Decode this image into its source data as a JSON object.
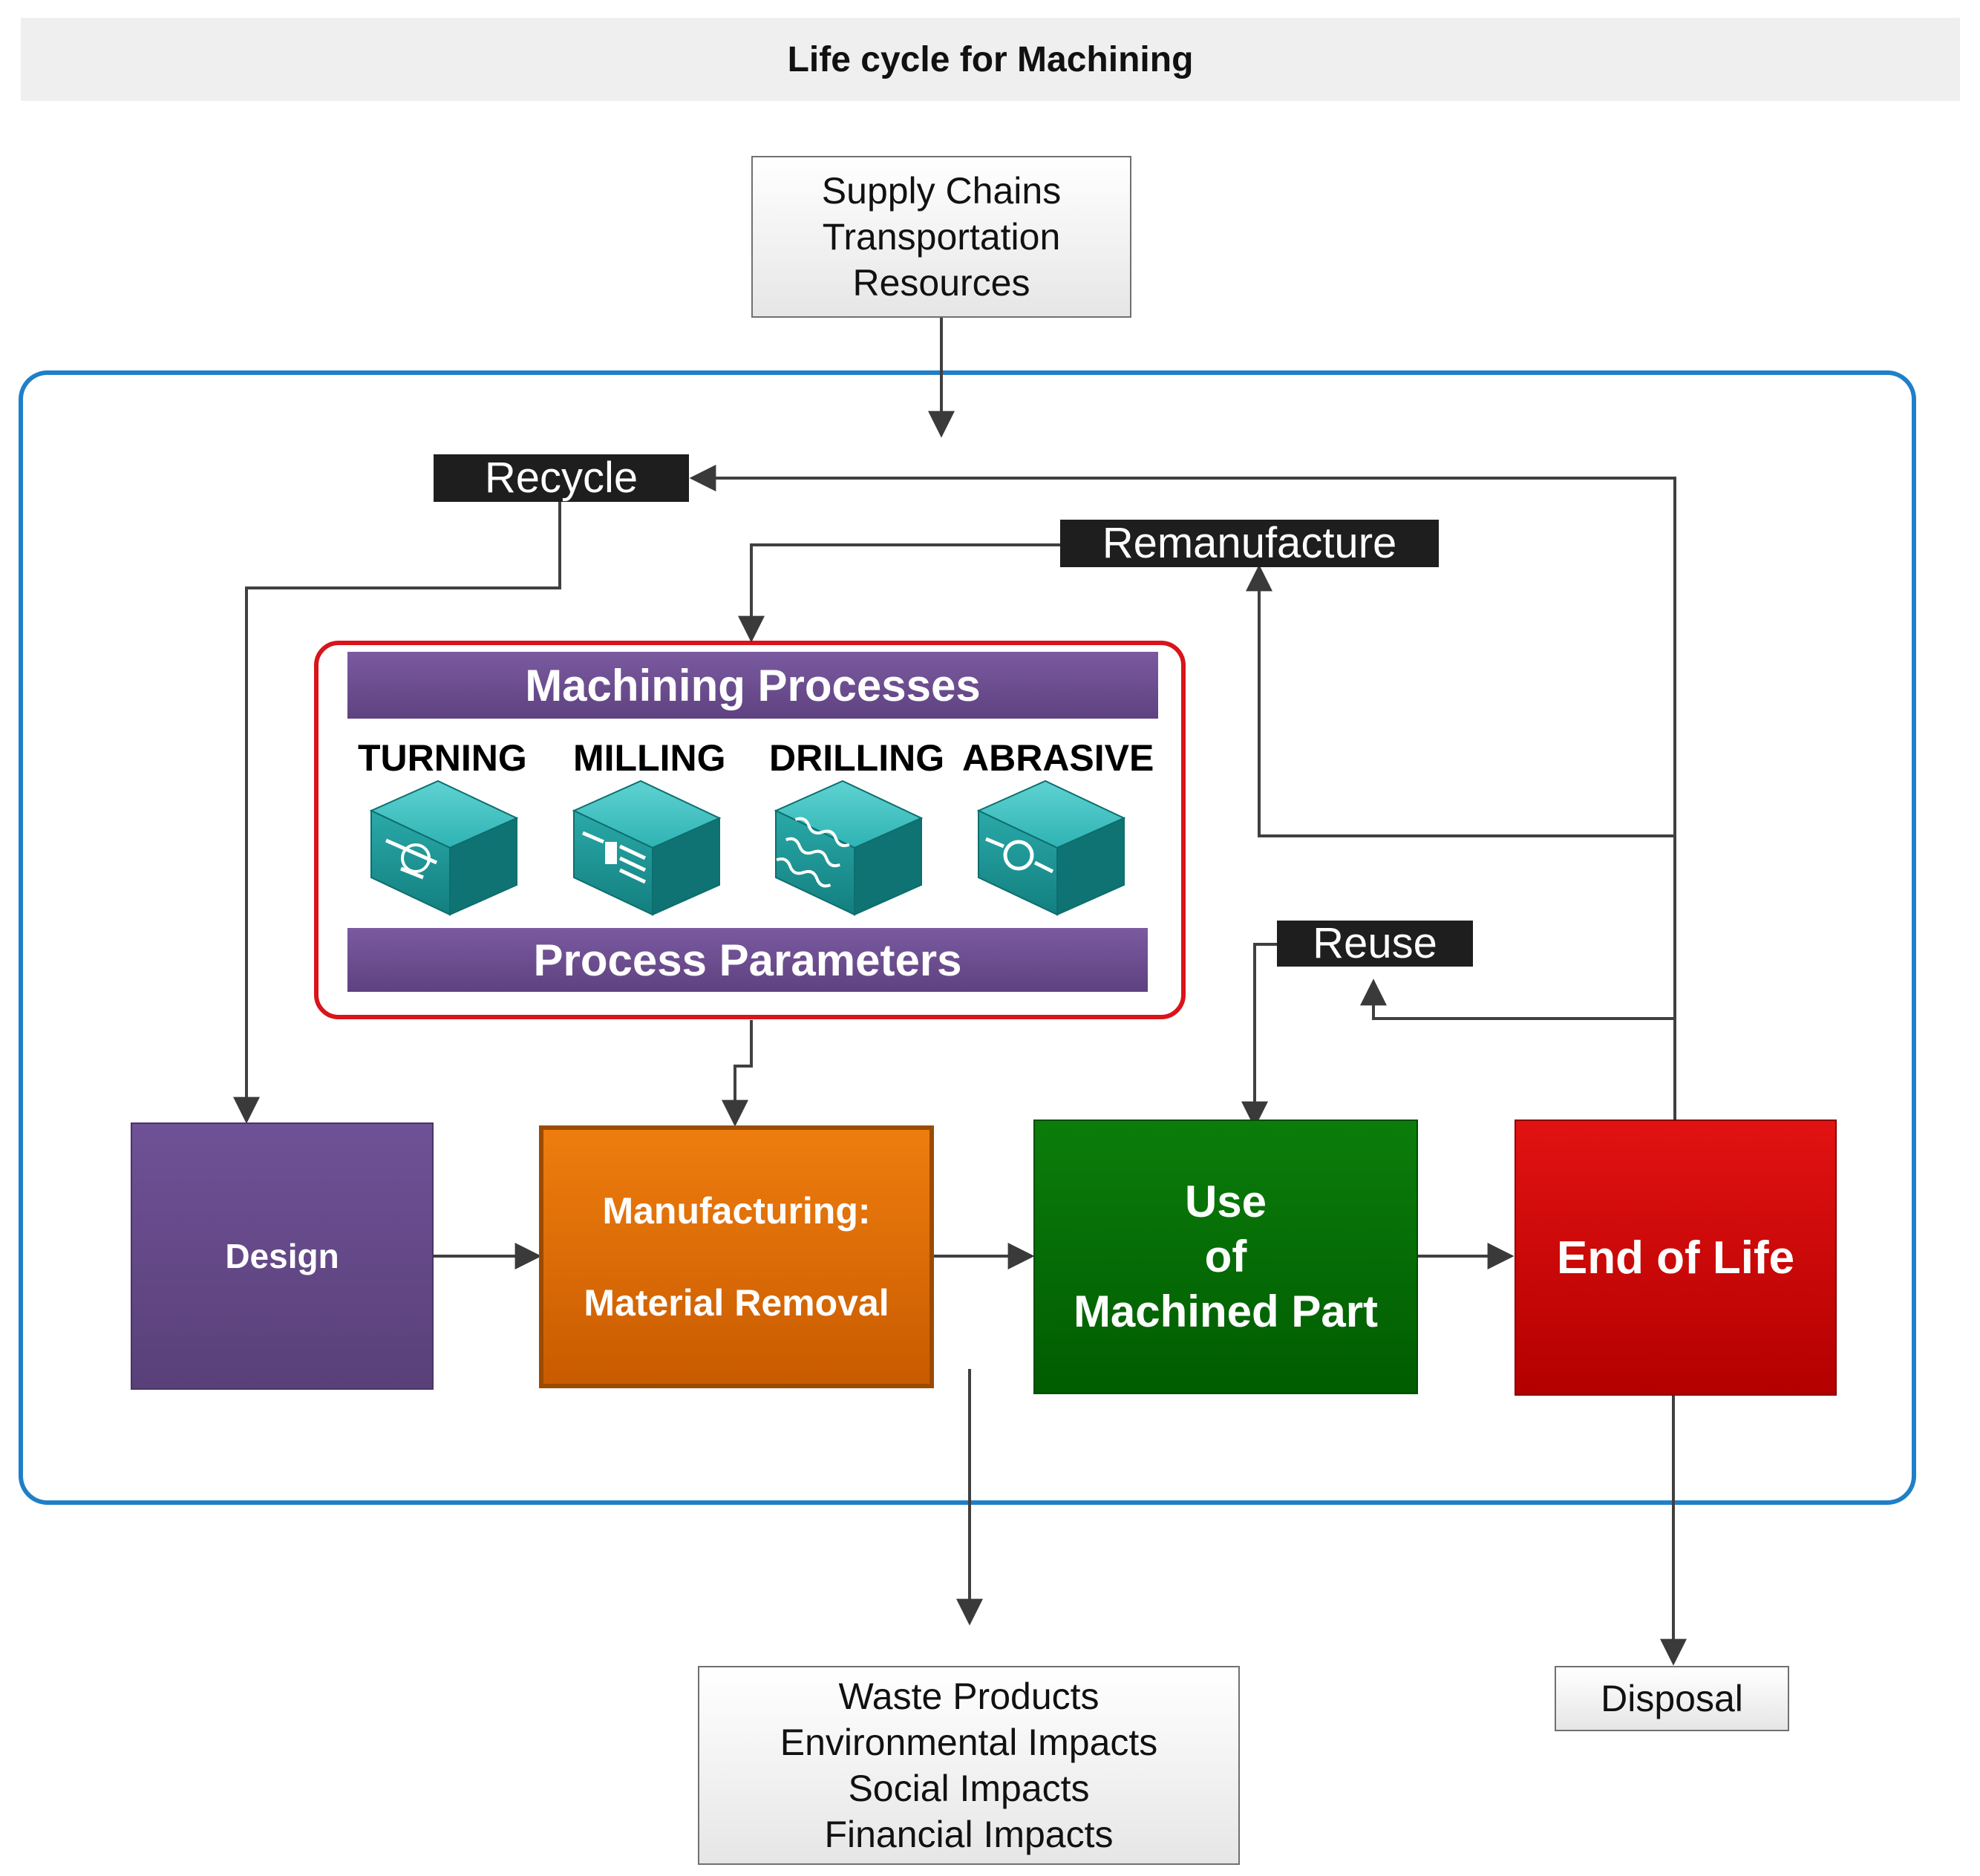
{
  "title": "Life cycle for Machining",
  "inputs_box": [
    "Supply Chains",
    "Transportation",
    "Resources"
  ],
  "outputs_box": [
    "Waste Products",
    "Environmental Impacts",
    "Social Impacts",
    "Financial Impacts"
  ],
  "disposal": "Disposal",
  "loop_labels": {
    "recycle": "Recycle",
    "remanufacture": "Remanufacture",
    "reuse": "Reuse"
  },
  "machining_processes": {
    "header": "Machining Processes",
    "footer": "Process Parameters",
    "processes": [
      "TURNING",
      "MILLING",
      "DRILLING",
      "ABRASIVE"
    ]
  },
  "stages": {
    "design": "Design",
    "manufacturing_line1": "Manufacturing:",
    "manufacturing_line2": "Material Removal",
    "use_line1": "Use",
    "use_line2": "of",
    "use_line3": "Machined Part",
    "end_of_life": "End of Life"
  },
  "colors": {
    "boundary": "#1f7fc8",
    "process_frame": "#d9141b",
    "process_bar": "#6a4c8f",
    "design": "#644686",
    "manufacturing": "#e06d08",
    "use": "#006600",
    "end_of_life": "#cc0000",
    "label_bg": "#1e1e1e",
    "arrow": "#404040",
    "module": "#1aa3a3"
  },
  "icons": [
    "turning-module-icon",
    "milling-module-icon",
    "drilling-module-icon",
    "abrasive-module-icon"
  ]
}
